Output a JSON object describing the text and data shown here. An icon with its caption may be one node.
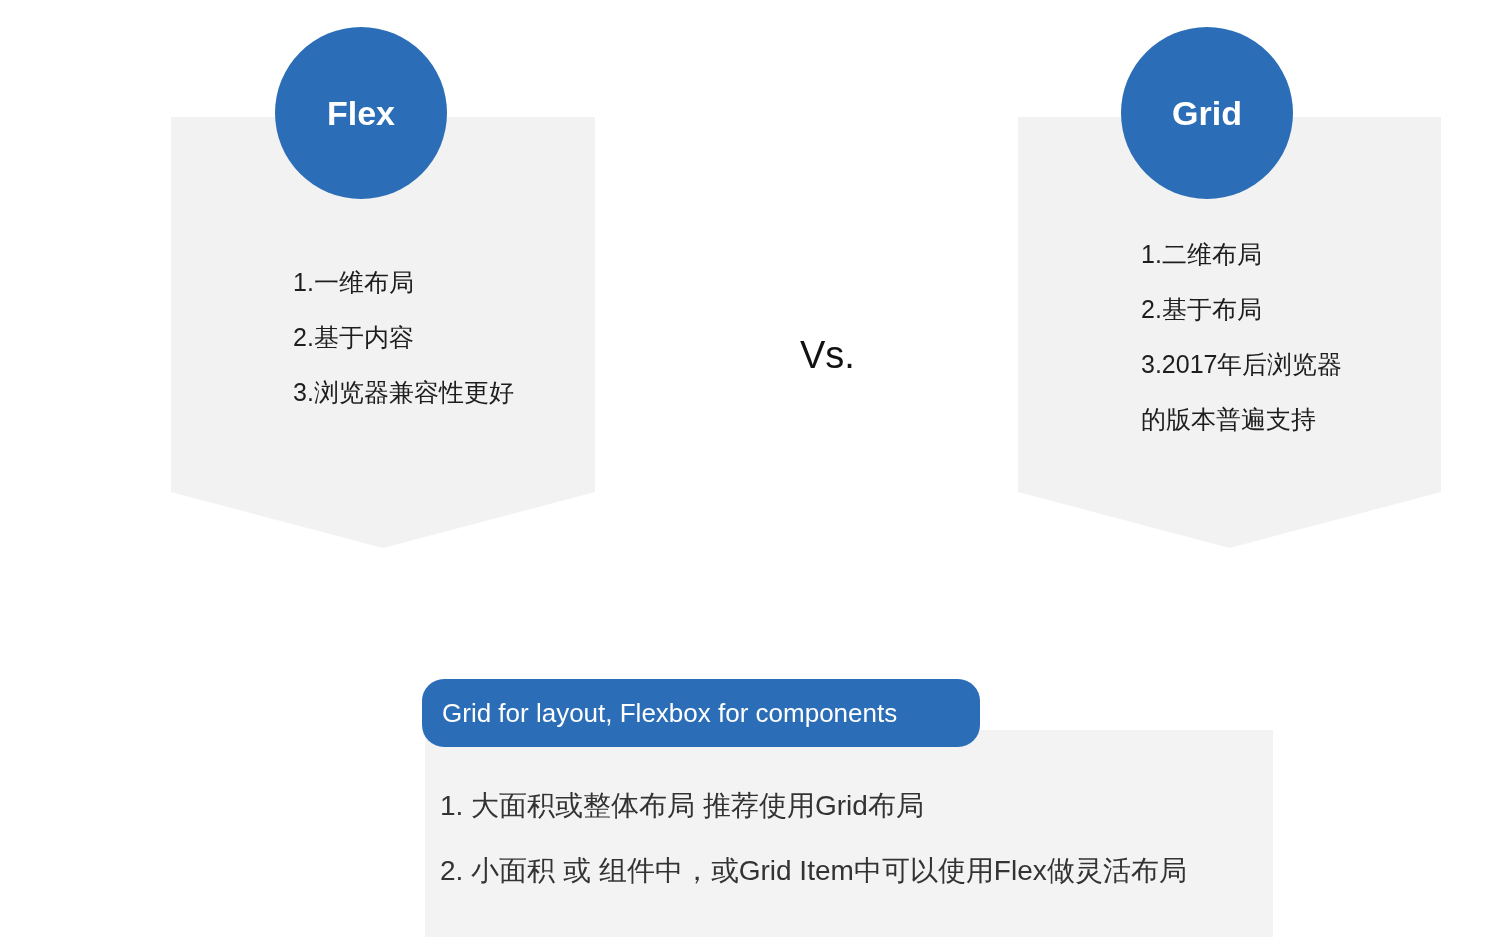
{
  "diagram": {
    "nodes": [
      {
        "text": [
          "Flex"
        ]
      },
      {
        "text": [
          "1.一维布局",
          "2.基于内容",
          "3.浏览器兼容性更好"
        ]
      },
      {
        "text": [
          "Grid"
        ]
      },
      {
        "text": [
          "1.二维布局",
          "2.基于布局",
          "3.2017年后浏览器的版本普遍支持"
        ]
      },
      {
        "text": [
          "Grid for layout, Flexbox for components"
        ]
      },
      {
        "text": [
          "1. 大面积或整体布局 推荐使用Grid布局",
          "2. 小面积 或 组件中，或Grid Item中可以使用Flex做灵活布局"
        ]
      }
    ],
    "labels": [
      "Vs."
    ]
  }
}
